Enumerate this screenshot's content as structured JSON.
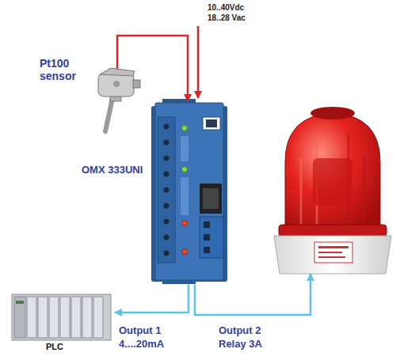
{
  "diagram": {
    "nodes": [
      {
        "text": [
          "Pt100 sensor"
        ]
      },
      {
        "text": [
          "OMX 333UNI"
        ]
      },
      {
        "text": [
          "PLC"
        ]
      }
    ],
    "edges": [
      {
        "from": 0,
        "to": 1,
        "arrow": "to"
      },
      {
        "from": 1,
        "to": 2,
        "arrow": "to"
      }
    ],
    "labels": [
      "10..40Vdc",
      "18..28 Vac",
      "Output 1",
      "4....20mA",
      "Output 2",
      "Relay 3A"
    ]
  }
}
